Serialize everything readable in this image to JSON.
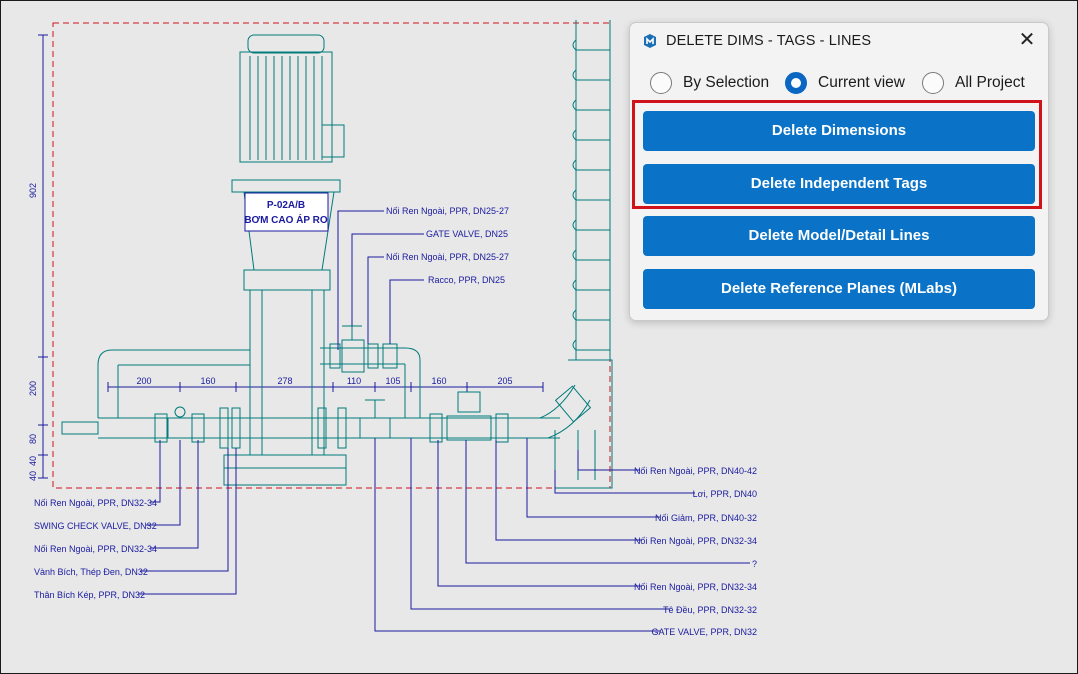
{
  "drawing": {
    "equipment_tag": [
      "P-02A/B",
      "BƠM CAO ÁP RO"
    ],
    "vertical_dims": [
      "902",
      "200",
      "80",
      "40",
      "40"
    ],
    "horizontal_dims": [
      "200",
      "160",
      "278",
      "110",
      "105",
      "160",
      "205"
    ],
    "top_labels": [
      "Nối Ren Ngoài, PPR, DN25-27",
      "GATE VALVE, DN25",
      "Nối Ren Ngoài, PPR, DN25-27",
      "Racco, PPR, DN25"
    ],
    "left_labels": [
      "Nối Ren Ngoài, PPR, DN32-34",
      "SWING CHECK VALVE, DN32",
      "Nối Ren Ngoài, PPR, DN32-34",
      "Vành Bích, Thép Đen, DN32",
      "Thân Bích Kép, PPR, DN32"
    ],
    "right_labels": [
      "Nối Ren Ngoài, PPR, DN40-42",
      "Lơi, PPR, DN40",
      "Nối Giảm, PPR, DN40-32",
      "Nối Ren Ngoài, PPR, DN32-34",
      "?",
      "Nối Ren Ngoài, PPR, DN32-34",
      "Tê Đều, PPR, DN32-32",
      "GATE VALVE, PPR, DN32"
    ],
    "colors": {
      "line": "#007a7a",
      "annotation": "#1a1aa0",
      "crop": "#d0121b"
    }
  },
  "dialog": {
    "title": "DELETE DIMS - TAGS - LINES",
    "close_glyph": "✕",
    "scope_options": [
      {
        "label": "By Selection",
        "selected": false
      },
      {
        "label": "Current view",
        "selected": true
      },
      {
        "label": "All Project",
        "selected": false
      }
    ],
    "buttons": [
      "Delete Dimensions",
      "Delete Independent Tags",
      "Delete Model/Detail Lines",
      "Delete Reference Planes (MLabs)"
    ],
    "accent": "#0a73c7",
    "highlight_color": "#d0121b"
  }
}
